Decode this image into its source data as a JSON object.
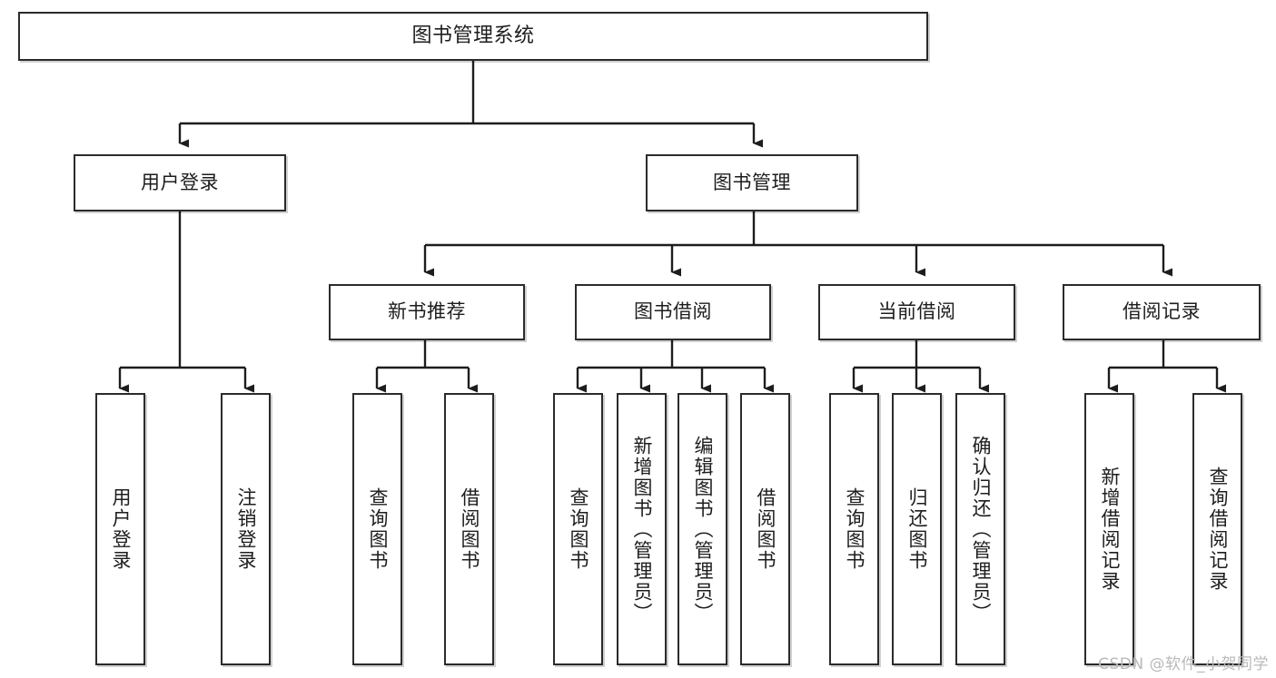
{
  "diagram": {
    "type": "tree",
    "title": "图书管理系统",
    "watermark": "CSDN @软件_小贺同学",
    "colors": {
      "box_border": "#2b2b2b",
      "box_fill": "#ffffff",
      "connector": "#1d1d1d",
      "watermark": "#b9b9b9"
    },
    "levels": {
      "root": {
        "label": "图书管理系统"
      },
      "level2": [
        {
          "label": "用户登录"
        },
        {
          "label": "图书管理"
        }
      ],
      "level3": [
        {
          "label": "新书推荐"
        },
        {
          "label": "图书借阅"
        },
        {
          "label": "当前借阅"
        },
        {
          "label": "借阅记录"
        }
      ],
      "leaves": {
        "user_login": [
          {
            "label": "用户登录"
          },
          {
            "label": "注销登录"
          }
        ],
        "new_book_recommend": [
          {
            "label": "查询图书"
          },
          {
            "label": "借阅图书"
          }
        ],
        "book_borrow": [
          {
            "label": "查询图书"
          },
          {
            "label": "新增图书（管理员）"
          },
          {
            "label": "编辑图书（管理员）"
          },
          {
            "label": "借阅图书"
          }
        ],
        "current_borrow": [
          {
            "label": "查询图书"
          },
          {
            "label": "归还图书"
          },
          {
            "label": "确认归还（管理员）"
          }
        ],
        "borrow_record": [
          {
            "label": "新增借阅记录"
          },
          {
            "label": "查询借阅记录"
          }
        ]
      }
    }
  }
}
